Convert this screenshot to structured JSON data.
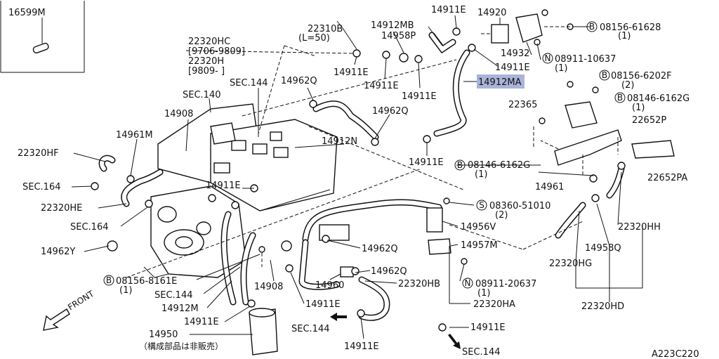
{
  "labels": {
    "l16599M": "16599M",
    "l22310B": "22310B",
    "l22310B_len": "(L=50)",
    "l14912MB": "14912MB",
    "l14911E_top": "14911E",
    "l14920": "14920",
    "l14958P": "14958P",
    "l08156_61628": "08156-61628",
    "l08156_61628_q": "(1)",
    "l14932": "14932",
    "l08911_10637": "08911-10637",
    "l08911_10637_q": "(1)",
    "l22320HC": "22320HC",
    "l9706_9809": "[9706-9809]",
    "l22320H": "22320H",
    "l9809": "[9809-    ]",
    "l14911E_a": "14911E",
    "l14911E_b": "14911E",
    "l14911E_c": "14911E",
    "l14911E_d": "14911E",
    "l14912MA": "14912MA",
    "l08156_6202F": "08156-6202F",
    "l08156_6202F_q": "(2)",
    "l08146_6162G_a": "08146-6162G",
    "l08146_6162G_a_q": "(1)",
    "lSEC144_a": "SEC.144",
    "l14962Q_a": "14962Q",
    "lSEC140": "SEC.140",
    "l14962Q_b": "14962Q",
    "l22365": "22365",
    "l22652P": "22652P",
    "l14908_a": "14908",
    "l14912N": "14912N",
    "l14961M": "14961M",
    "l22320HF": "22320HF",
    "l14911E_e": "14911E",
    "l08146_6162G_b": "08146-6162G",
    "l08146_6162G_b_q": "(1)",
    "l22652PA": "22652PA",
    "lSEC164_a": "SEC.164",
    "l14911E_f": "14911E",
    "l14961": "14961",
    "l22320HE": "22320HE",
    "l08360_51010": "08360-51010",
    "l08360_51010_q": "(2)",
    "lSEC164_b": "SEC.164",
    "l14956V": "14956V",
    "l22320HH": "22320HH",
    "l14957M": "14957M",
    "l14962Y": "14962Y",
    "l14962Q_c": "14962Q",
    "l14958Q": "14958Q",
    "l22320HG": "22320HG",
    "l08156_8161E": "08156-8161E",
    "l08156_8161E_q": "(1)",
    "l14962Q_d": "14962Q",
    "l14908_b": "14908",
    "l14960": "14960",
    "l22320HB": "22320HB",
    "l08911_20637": "08911-20637",
    "l08911_20637_q": "(1)",
    "lSEC144_b": "SEC.144",
    "l14911E_g": "14911E",
    "l14912M": "14912M",
    "l22320HA": "22320HA",
    "l22320HD": "22320HD",
    "l14911E_h": "14911E",
    "l14950": "14950",
    "lSEC144_c": "SEC.144",
    "l14911E_i": "14911E",
    "l14911E_j": "14911E",
    "lSEC144_d": "SEC.144",
    "lNote": "（構成部品は非販売）",
    "lFront": "FRONT",
    "lCode": "A223C220",
    "mB": "B",
    "mN": "N",
    "mS": "S"
  },
  "colors": {
    "highlight": "#aab3d9",
    "ink": "#111111"
  }
}
